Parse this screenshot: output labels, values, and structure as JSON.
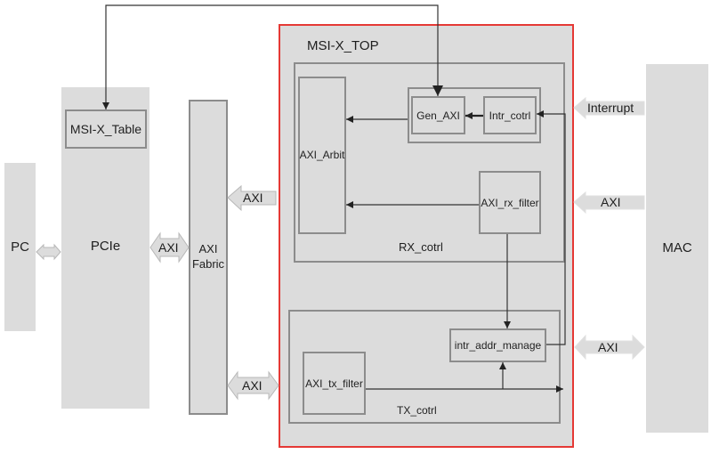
{
  "diagram": {
    "blocks": {
      "pc": {
        "label": "PC"
      },
      "pcie": {
        "label": "PCIe"
      },
      "msix_table": {
        "label": "MSI-X_Table"
      },
      "axi_fabric": {
        "label": "AXI\nFabric",
        "line1": "AXI",
        "line2": "Fabric"
      },
      "msix_top": {
        "label": "MSI-X_TOP"
      },
      "rx_cotrl": {
        "label": "RX_cotrl"
      },
      "axi_arbit": {
        "label": "AXI_Arbit"
      },
      "gen_axi": {
        "label": "Gen_AXI"
      },
      "intr_cotrl": {
        "label": "Intr_cotrl"
      },
      "axi_rx_filter": {
        "label": "AXI_rx_filter"
      },
      "tx_cotrl": {
        "label": "TX_cotrl"
      },
      "intr_addr_manage": {
        "label": "intr_addr_manage"
      },
      "axi_tx_filter": {
        "label": "AXI_tx_filter"
      },
      "mac": {
        "label": "MAC"
      }
    },
    "buses": {
      "pc_pcie": {
        "label": ""
      },
      "pcie_fabric": {
        "label": "AXI"
      },
      "top_to_fabric": {
        "label": "AXI"
      },
      "fabric_top_lower": {
        "label": "AXI"
      },
      "mac_interrupt": {
        "label": "Interrupt"
      },
      "mac_axi_in": {
        "label": "AXI"
      },
      "mac_axi_bidir": {
        "label": "AXI"
      }
    },
    "colors": {
      "block_fill": "#dcdcdc",
      "block_border": "#8c8c8c",
      "top_border": "#e53935",
      "wire": "#222222",
      "bus_arrow_fill": "#dcdcdc",
      "bus_arrow_stroke": "#b8b8b8"
    }
  }
}
